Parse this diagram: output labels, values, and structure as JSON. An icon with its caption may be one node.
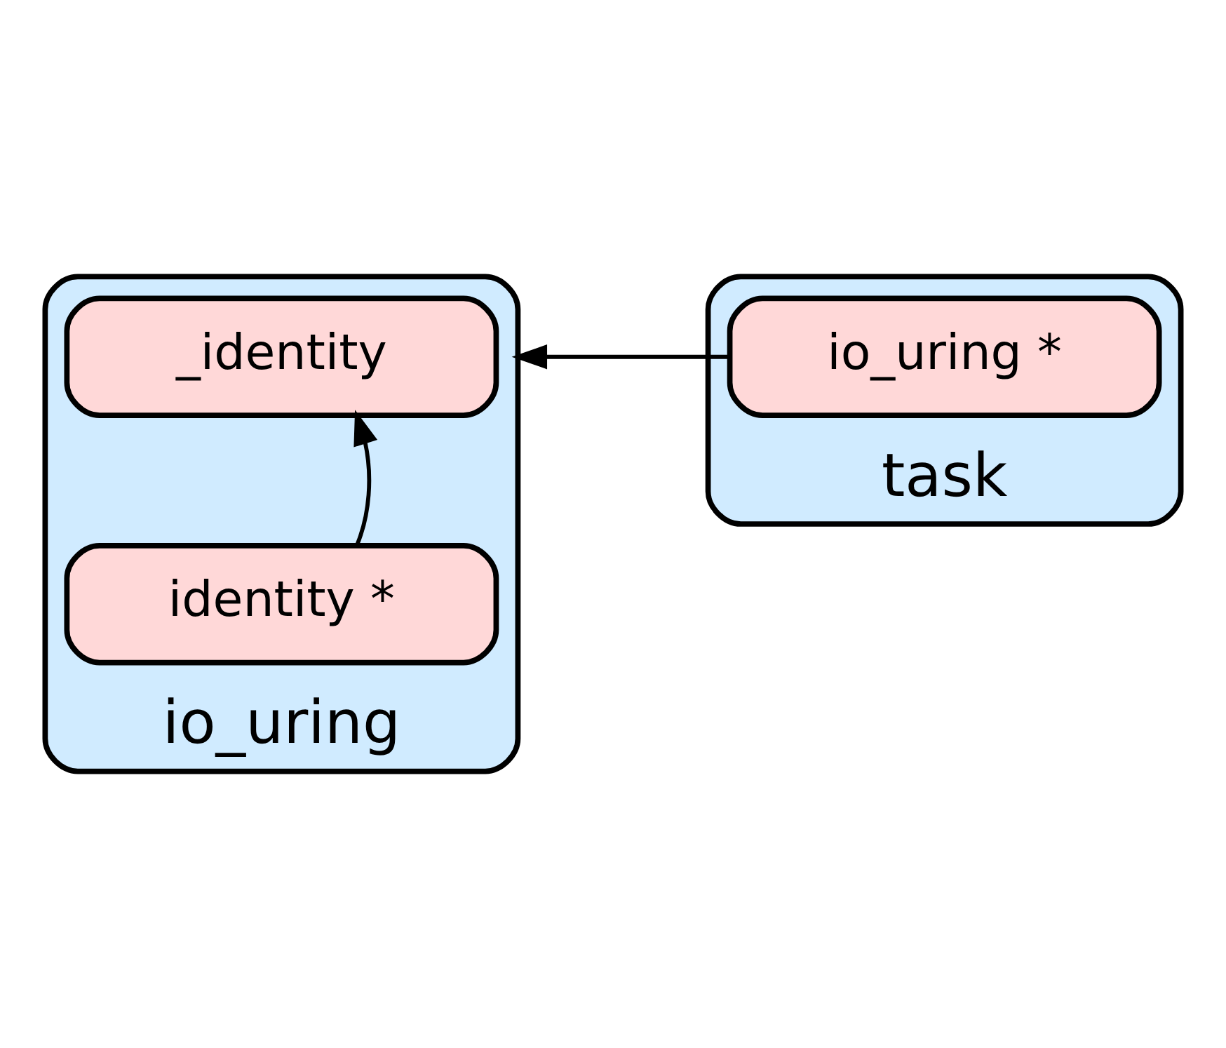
{
  "diagram": {
    "nodes": [
      {
        "text": [
          "io_uring"
        ]
      },
      {
        "text": [
          "_identity"
        ],
        "in": 0
      },
      {
        "text": [
          "identity *"
        ],
        "in": 0
      },
      {
        "text": [
          "task"
        ]
      },
      {
        "text": [
          "io_uring *"
        ],
        "in": 3
      }
    ],
    "edges": [
      {
        "from": 2,
        "to": 1,
        "arrow": "to"
      },
      {
        "from": 4,
        "to": 0,
        "arrow": "to"
      }
    ]
  }
}
